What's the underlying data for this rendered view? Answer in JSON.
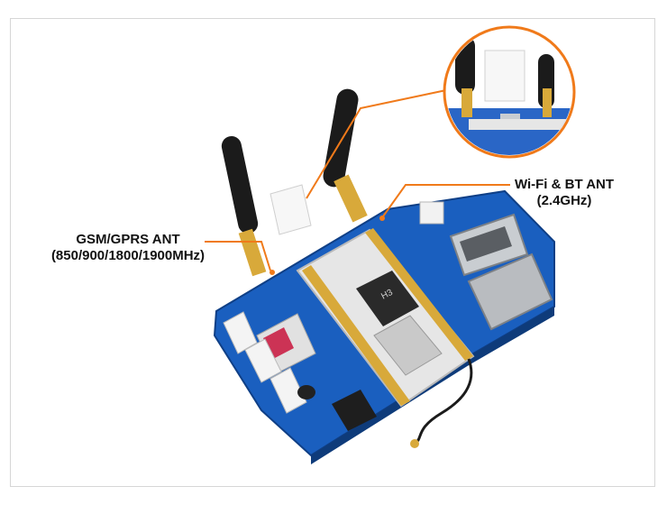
{
  "labels": {
    "gsm": {
      "line1": "GSM/GPRS ANT",
      "line2": "(850/900/1800/1900MHz)"
    },
    "wifi": {
      "line1": "Wi-Fi & BT ANT",
      "line2": "(2.4GHz)"
    }
  },
  "chip_marks": {
    "soc": "H3"
  },
  "colors": {
    "callout": "#f07a1a",
    "pcb": "#1a5fbf",
    "module_board": "#e9e9e9",
    "antenna": "#1b1b1b",
    "gold": "#d8a93a"
  }
}
